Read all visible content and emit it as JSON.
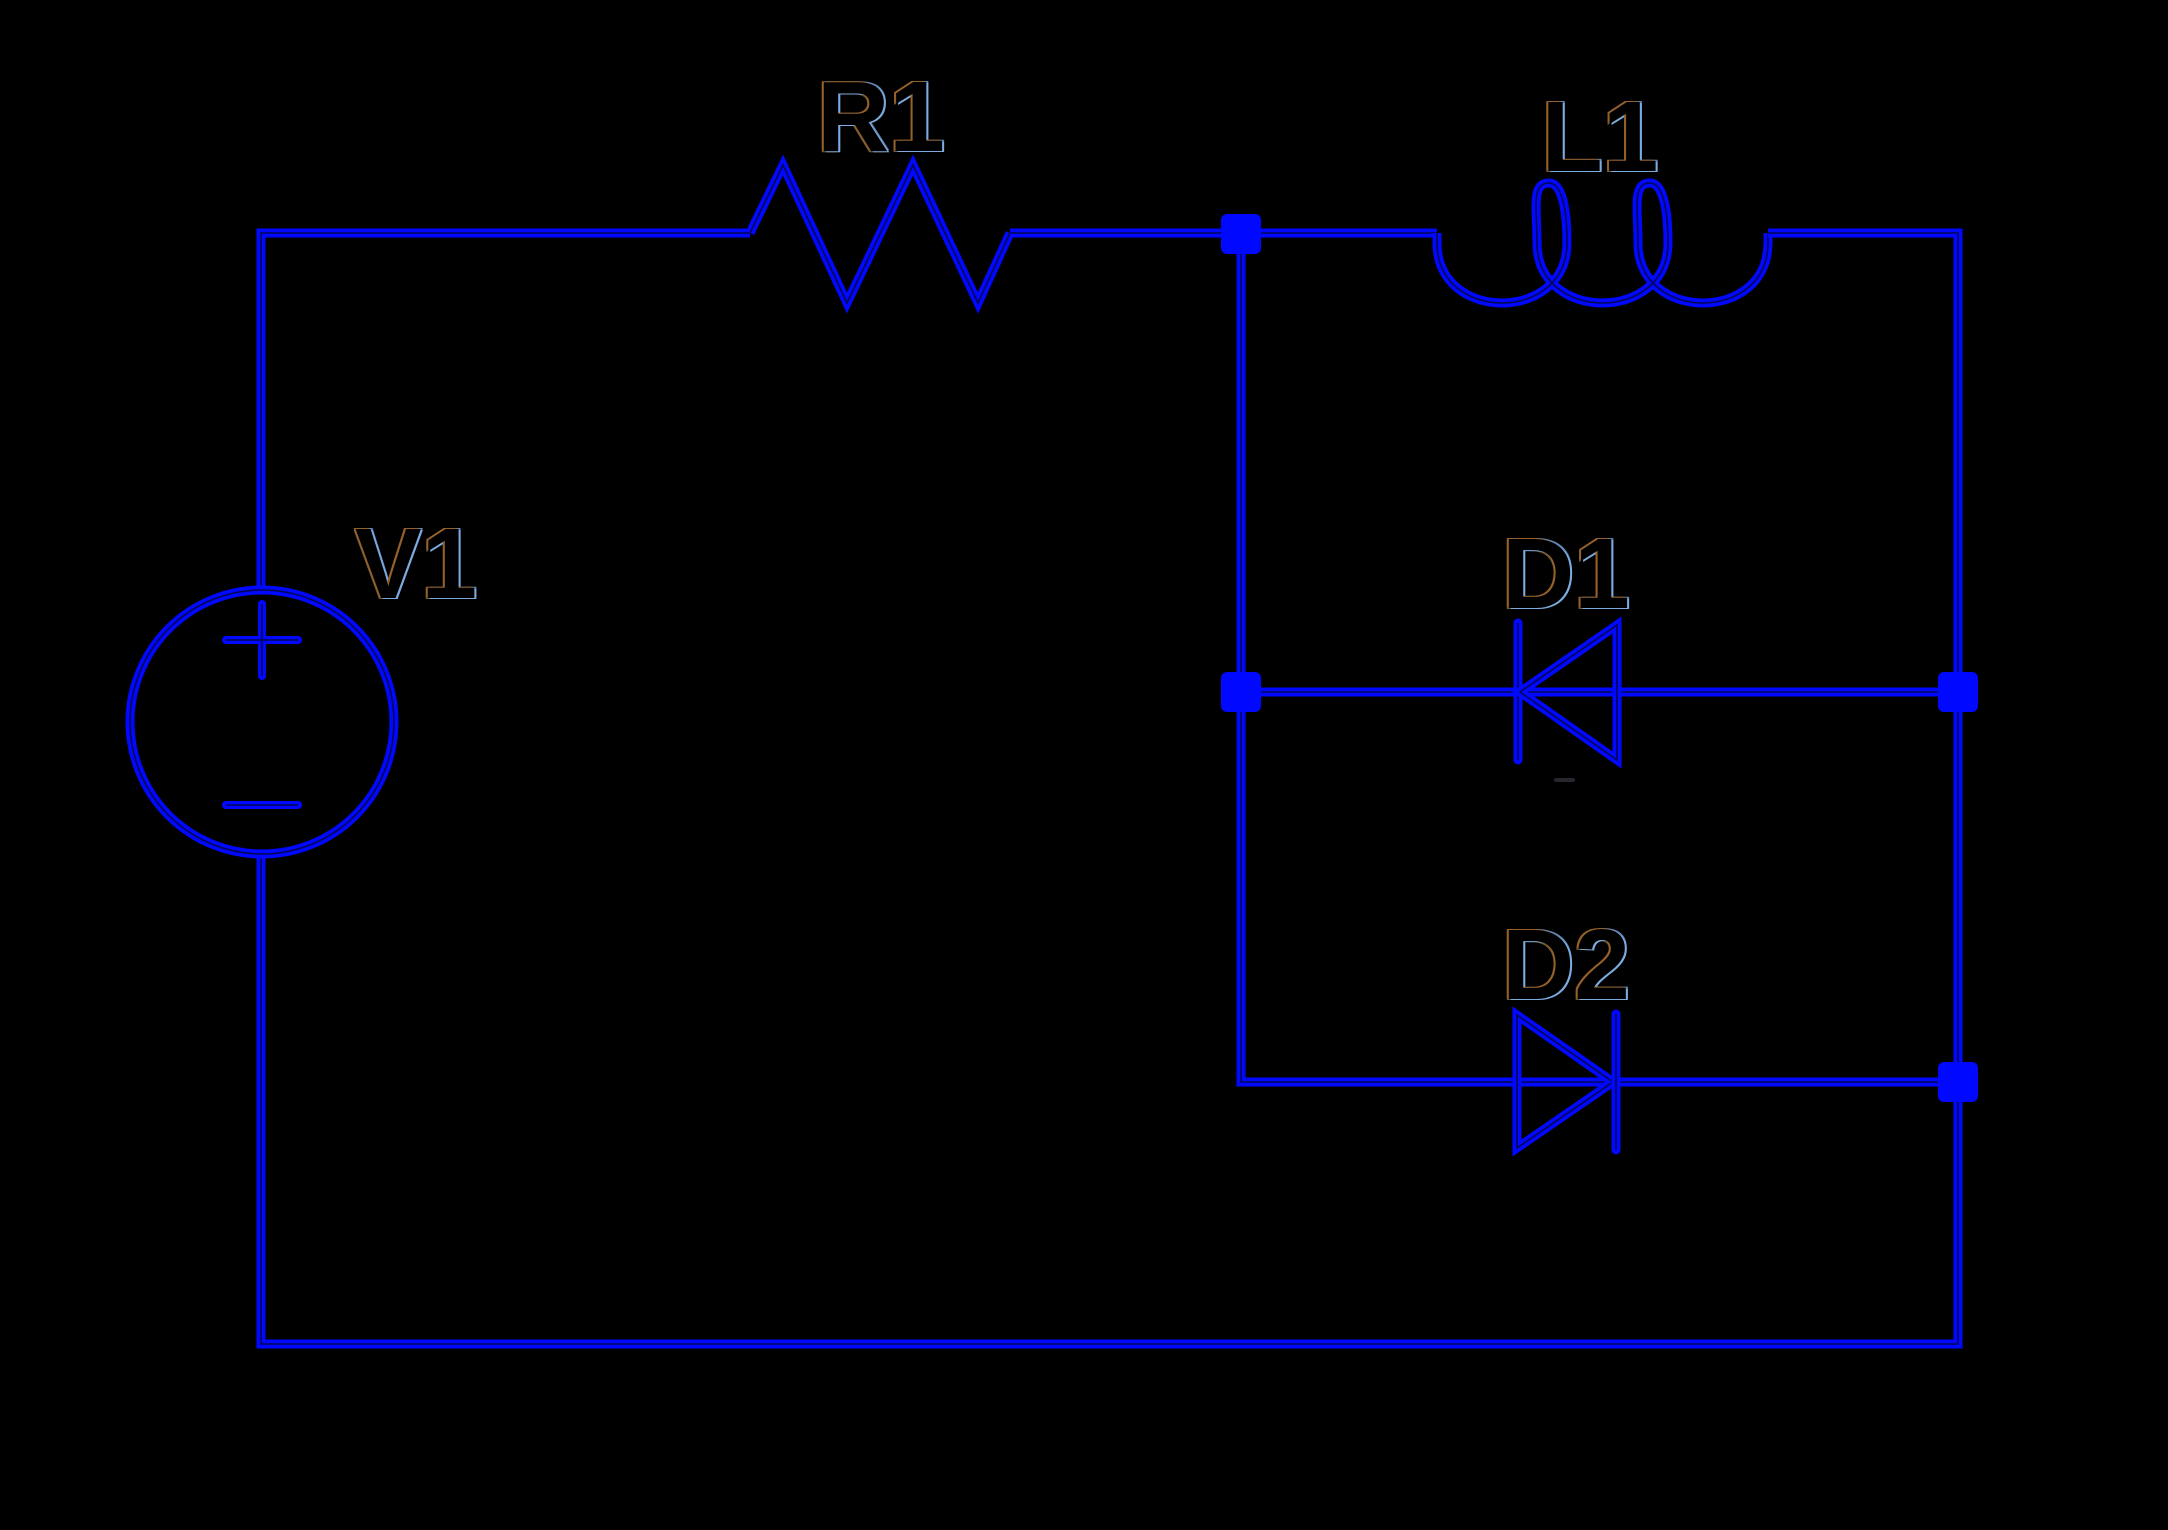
{
  "figure": {
    "type": "circuit-schematic",
    "description": "Voltage source V1 feeding resistor R1 into a node; inductor L1 across the right branch with anti-parallel diodes D1 and D2",
    "background_color": "#000000",
    "wire_color": "#0008ff",
    "node_color": "#0008ff",
    "label_fill_color": "#000000",
    "label_edge_warm": "#96602a",
    "label_edge_cool": "#7cacdf"
  },
  "components": {
    "v1": {
      "label": "V1",
      "type": "voltage-source",
      "polarity_top": "+",
      "polarity_bottom": "−"
    },
    "r1": {
      "label": "R1",
      "type": "resistor"
    },
    "l1": {
      "label": "L1",
      "type": "inductor"
    },
    "d1": {
      "label": "D1",
      "type": "diode",
      "direction": "left"
    },
    "d2": {
      "label": "D2",
      "type": "diode",
      "direction": "right"
    }
  }
}
